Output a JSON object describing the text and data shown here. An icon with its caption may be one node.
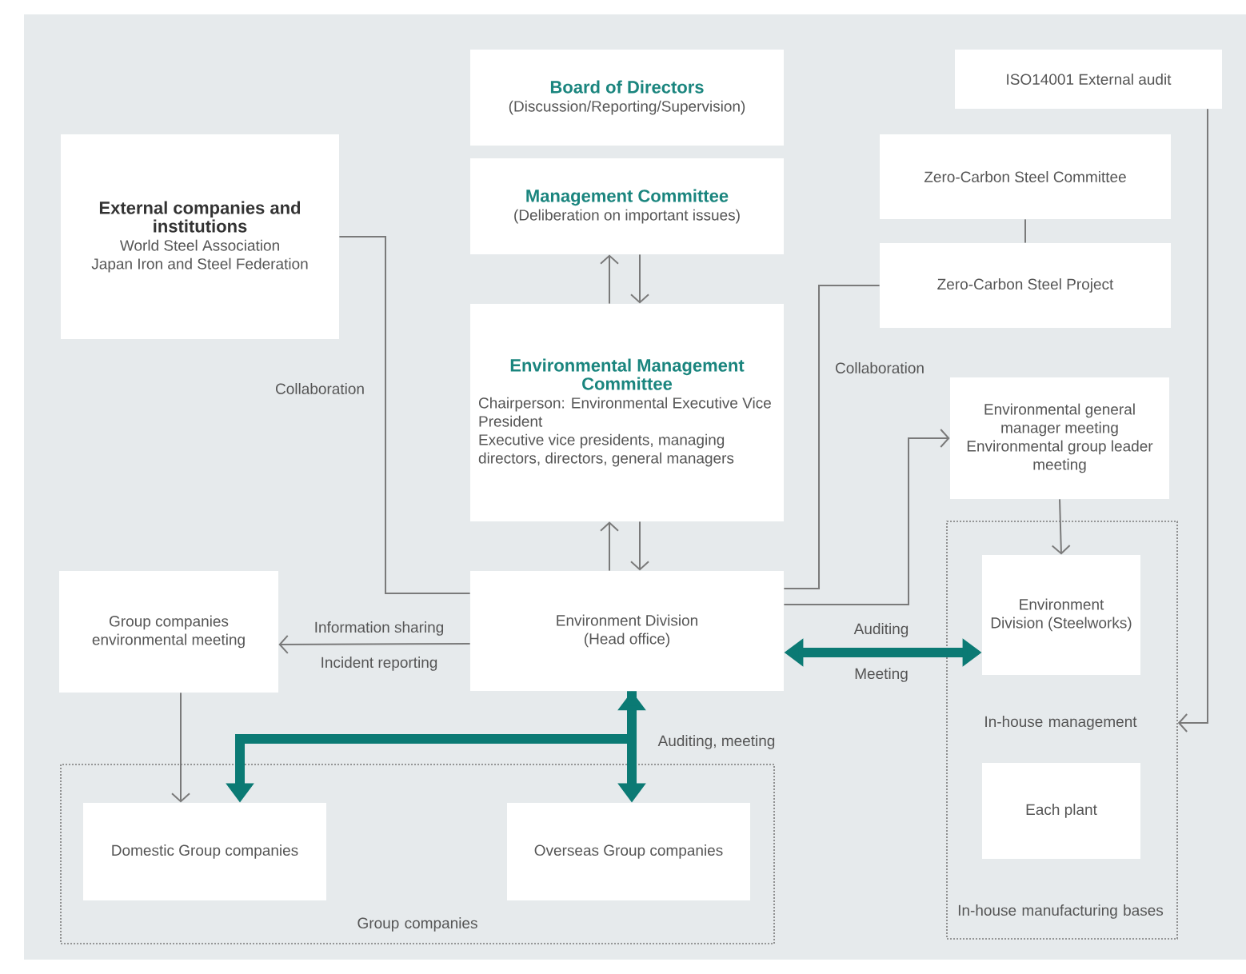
{
  "diagram": {
    "nodes": [
      {
        "text": [
          "Board of Directors",
          "(Discussion/Reporting/Supervision)"
        ]
      },
      {
        "text": [
          "Management Committee",
          "(Deliberation on important issues)"
        ]
      },
      {
        "text": [
          "Environmental Management Committee",
          "Chairperson: Environmental Executive Vice President",
          "Executive vice presidents, managing directors, directors, general managers"
        ]
      },
      {
        "text": [
          "External companies and institutions",
          "World Steel Association",
          "Japan Iron and Steel Federation"
        ]
      },
      {
        "text": [
          "ISO14001 External audit"
        ]
      },
      {
        "text": [
          "Zero-Carbon Steel Committee"
        ]
      },
      {
        "text": [
          "Zero-Carbon Steel Project"
        ]
      },
      {
        "text": [
          "Environmental general manager meeting",
          "Environmental group leader meeting"
        ]
      },
      {
        "text": [
          "Environment Division",
          "(Head office)"
        ]
      },
      {
        "text": [
          "Group companies environmental meeting"
        ]
      },
      {
        "text": [
          "In-house management",
          "In-house manufacturing bases"
        ]
      },
      {
        "text": [
          "Environment Division (Steelworks)"
        ],
        "in": 10
      },
      {
        "text": [
          "Each plant"
        ],
        "in": 10
      },
      {
        "text": [
          "Group companies"
        ]
      },
      {
        "text": [
          "Domestic Group companies"
        ],
        "in": 13
      },
      {
        "text": [
          "Overseas Group companies"
        ],
        "in": 13
      }
    ],
    "edges": [
      {
        "from": 2,
        "to": 1,
        "arrow": "to"
      },
      {
        "from": 1,
        "to": 2,
        "arrow": "to"
      },
      {
        "from": 8,
        "to": 2,
        "arrow": "to"
      },
      {
        "from": 2,
        "to": 8,
        "arrow": "to"
      },
      {
        "from": 3,
        "to": 8,
        "arrow": "none",
        "label": "Collaboration"
      },
      {
        "from": 5,
        "to": 6,
        "arrow": "none"
      },
      {
        "from": 6,
        "to": 8,
        "arrow": "none",
        "label": "Collaboration"
      },
      {
        "from": 8,
        "to": 7,
        "arrow": "to"
      },
      {
        "from": 7,
        "to": 11,
        "arrow": "to"
      },
      {
        "from": 4,
        "to": 10,
        "arrow": "to"
      },
      {
        "from": 8,
        "to": 9,
        "arrow": "to",
        "label": "Information sharing"
      },
      {
        "from": 8,
        "to": 11,
        "arrow": "both",
        "label": "Auditing",
        "style": "thick",
        "color": "#0b7a74"
      },
      {
        "from": 8,
        "to": 14,
        "arrow": "to",
        "style": "thick",
        "color": "#0b7a74"
      },
      {
        "from": 8,
        "to": 15,
        "arrow": "both",
        "label": "Auditing, meeting",
        "style": "thick",
        "color": "#0b7a74"
      },
      {
        "from": 9,
        "to": 14,
        "arrow": "to"
      }
    ],
    "labels": [
      "Incident reporting",
      "Meeting"
    ]
  }
}
